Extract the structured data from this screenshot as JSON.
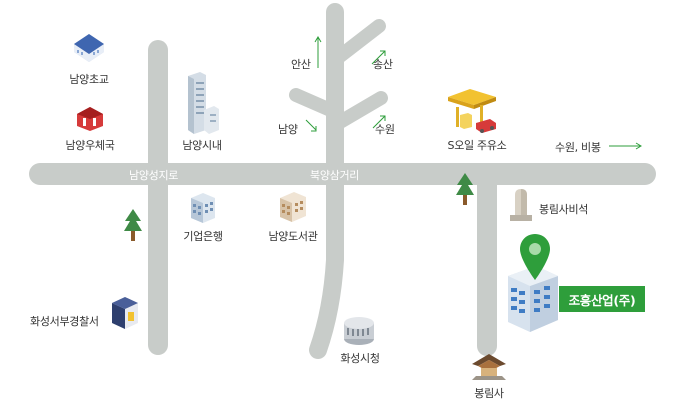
{
  "roads": {
    "main_road": "남양성지로",
    "junction": "북양삼거리"
  },
  "directions": {
    "ansan": "안산",
    "songsan": "송산",
    "namyang": "남양",
    "suwon": "수원",
    "suwon_bibong": "수원, 비봉"
  },
  "landmarks": {
    "elementary_school": "남양초교",
    "post_office": "남양우체국",
    "namyang_city": "남양시내",
    "gas_station": "S오일 주유소",
    "bank": "기업은행",
    "library": "남양도서관",
    "stele": "봉림사비석",
    "police": "화성서부경찰서",
    "city_hall": "화성시청",
    "temple": "봉림사"
  },
  "company": {
    "name": "조흥산업(주)",
    "color": "#2e9e3b"
  },
  "colors": {
    "road": "#c8ccc9",
    "accent": "#2e9e3b"
  },
  "icons": {
    "school": "school-building-icon",
    "post_office": "post-office-icon",
    "city": "city-buildings-icon",
    "gas_station": "gas-station-icon",
    "bank": "bank-building-icon",
    "library": "library-building-icon",
    "stele": "stone-stele-icon",
    "police": "police-station-icon",
    "city_hall": "city-hall-icon",
    "temple": "temple-icon",
    "tree": "tree-icon",
    "pin": "location-pin-icon"
  }
}
